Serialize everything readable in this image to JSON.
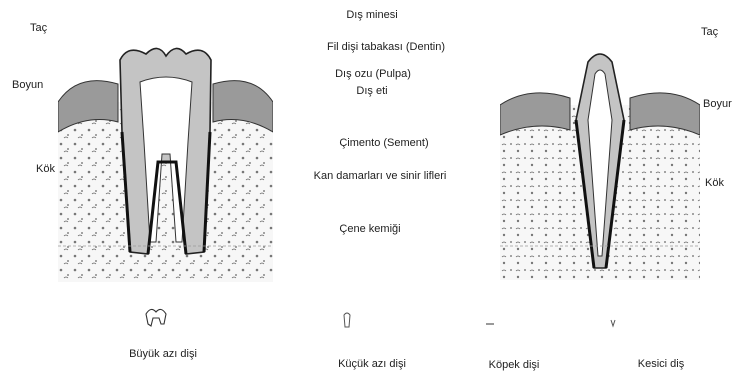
{
  "left_side_labels": [
    "Taç",
    "Boyun",
    "Kök"
  ],
  "right_side_labels": [
    "Taç",
    "Boyur",
    "Kök"
  ],
  "center_labels": [
    "Dış minesi",
    "Fil dişi tabakası (Dentin)",
    "Dış ozu (Pulpa)",
    "Dış eti",
    "Çimento (Sement)",
    "Kan damarları ve sinir lifleri",
    "Çene kemiği"
  ],
  "bottom_labels": [
    "Büyük azı dişi",
    "Küçük azı dişi",
    "Köpek dişi",
    "Kesici diş"
  ],
  "colors": {
    "enamel": "#cfcfcf",
    "dentin": "#bdbdbd",
    "pulp": "#ffffff",
    "gum": "#9a9a9a",
    "bone_speckle": "#7a7a7a",
    "outline": "#222222"
  }
}
